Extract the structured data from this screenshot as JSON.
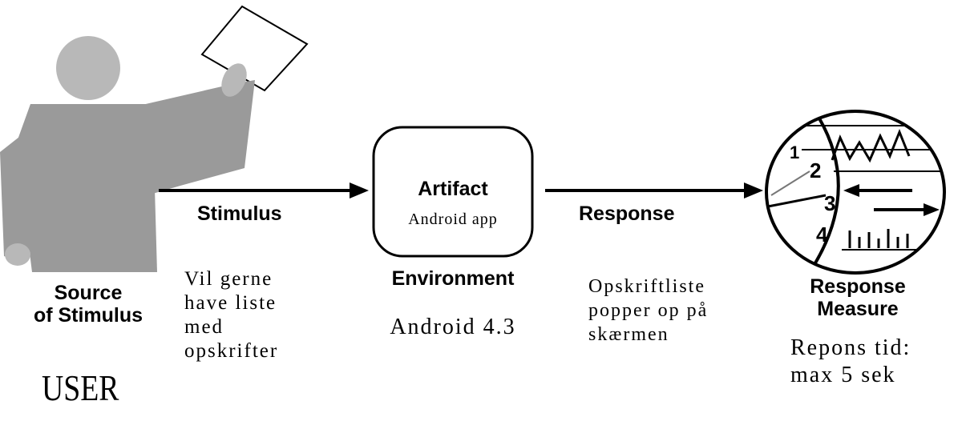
{
  "source": {
    "label_line1": "Source",
    "label_line2": "of Stimulus",
    "value": "USER"
  },
  "stimulus": {
    "label": "Stimulus",
    "desc_lines": [
      "Vil gerne",
      "have liste",
      "med",
      "opskrifter"
    ]
  },
  "artifact": {
    "label": "Artifact",
    "value": "Android app"
  },
  "environment": {
    "label": "Environment",
    "value": "Android 4.3"
  },
  "response": {
    "label": "Response",
    "desc_lines": [
      "Opskriftliste",
      "popper op på",
      "skærmen"
    ]
  },
  "response_measure": {
    "label_line1": "Response",
    "label_line2": "Measure",
    "desc_lines": [
      "Repons tid:",
      "max 5 sek"
    ],
    "dial_numbers": [
      "1",
      "2",
      "3",
      "4"
    ]
  },
  "colors": {
    "figure_gray": "#9a9a9a",
    "head_gray": "#b8b8b8",
    "ink": "#000000"
  }
}
